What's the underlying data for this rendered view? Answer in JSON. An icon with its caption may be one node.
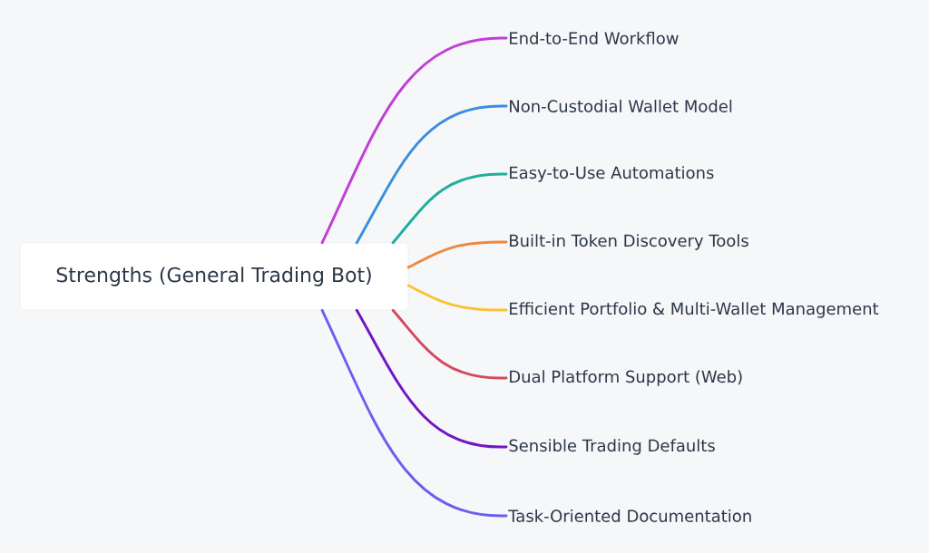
{
  "diagram": {
    "nodes": [
      {
        "text": [
          "Strengths (General Trading Bot)"
        ]
      },
      {
        "text": [
          "End-to-End Workflow"
        ]
      },
      {
        "text": [
          "Non-Custodial Wallet Model"
        ]
      },
      {
        "text": [
          "Easy-to-Use Automations"
        ]
      },
      {
        "text": [
          "Built-in Token Discovery Tools"
        ]
      },
      {
        "text": [
          "Efficient Portfolio & Multi-Wallet Management"
        ]
      },
      {
        "text": [
          "Dual Platform Support (Web)"
        ]
      },
      {
        "text": [
          "Sensible Trading Defaults"
        ]
      },
      {
        "text": [
          "Task-Oriented Documentation"
        ]
      }
    ],
    "edges": [
      {
        "from": 0,
        "to": 1,
        "arrow": "none",
        "color": "#c03fd6"
      },
      {
        "from": 0,
        "to": 2,
        "arrow": "none",
        "color": "#3a8ee0"
      },
      {
        "from": 0,
        "to": 3,
        "arrow": "none",
        "color": "#1fae9c"
      },
      {
        "from": 0,
        "to": 4,
        "arrow": "none",
        "color": "#f0883c"
      },
      {
        "from": 0,
        "to": 5,
        "arrow": "none",
        "color": "#f8c232"
      },
      {
        "from": 0,
        "to": 6,
        "arrow": "none",
        "color": "#d44a5c"
      },
      {
        "from": 0,
        "to": 7,
        "arrow": "none",
        "color": "#7216c4"
      },
      {
        "from": 0,
        "to": 8,
        "arrow": "none",
        "color": "#6a5ff0"
      }
    ]
  }
}
